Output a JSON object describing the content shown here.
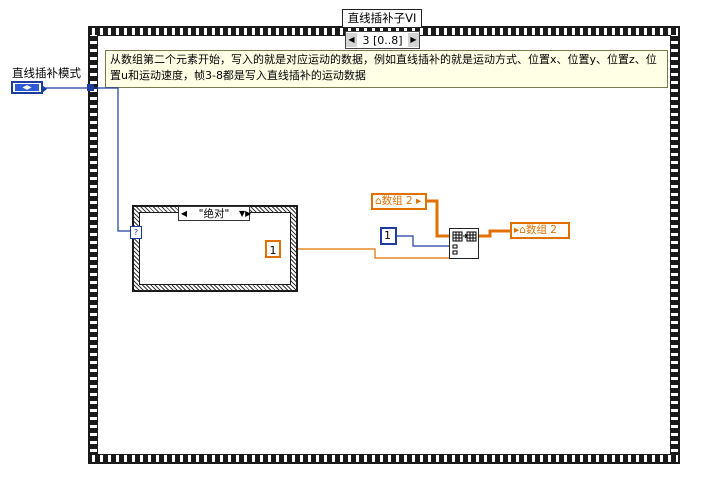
{
  "structure": {
    "label": "直线插补子VI",
    "frame_selector": "3 [0..8]",
    "left_arrow": "◀",
    "right_arrow": "▶"
  },
  "comment": {
    "text": "从数组第二个元素开始，写入的就是对应运动的数据，例如直线插补的就是运动方式、位置x、位置y、位置z、位置u和运动速度，帧3-8都是写入直线插补的运动数据"
  },
  "control": {
    "label": "直线插补模式"
  },
  "case_structure": {
    "selector_value": "\"绝对\"",
    "selector_terminal": "?"
  },
  "constants": {
    "orange_value": "1",
    "blue_value": "1"
  },
  "local_variables": {
    "source": "数组 2",
    "destination": "数组 2"
  },
  "colors": {
    "orange_wire": "#e07000",
    "blue_wire": "#1c3d9e",
    "comment_bg": "#ffffe6"
  }
}
